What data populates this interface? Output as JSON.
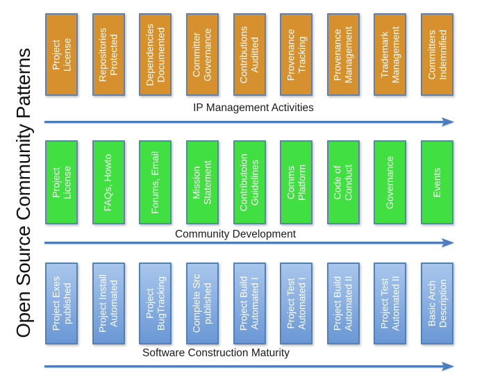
{
  "title": "Open Source Community Patterns",
  "rows": [
    {
      "id": "ip-management-activities",
      "label": "IP Management Activities",
      "fill": "#D6912E",
      "border": "#5E81AD",
      "boxes": [
        "Project\nLicense",
        "Repositories\nProtected",
        "Dependencies\nDocumented",
        "Committer\nGovernance",
        "Contributions\nAuditted",
        "Provenance\nTracking",
        "Provenance\nManagement",
        "Trademark\nManagement",
        "Committers\nIndemnified"
      ]
    },
    {
      "id": "community-development",
      "label": "Community Development",
      "fill": "#42DF42",
      "border": "#5E81AD",
      "boxes": [
        "Project\nLicense",
        "FAQs, Howto",
        "Forums, Email",
        "Mission\nStatement",
        "Contributoion\nGuidelines",
        "Comms\nPlatform",
        "Code of\nConduct",
        "Governance",
        "Events"
      ]
    },
    {
      "id": "software-construction-maturity",
      "label": "Software Construction Maturity",
      "fill_top": "#A9C6EC",
      "fill_bottom": "#6A97D5",
      "border": "#4F80B8",
      "boxes": [
        "Project Exes\npublished",
        "Project Install\nAutomated",
        "Project\nBugTracking",
        "Complete Src\npublished",
        "Project Build\nAutomated I",
        "Project Test\nAutomated I",
        "Project Build\nAutomated II",
        "Project Test\nAutomated II",
        "Basic Arch\nDescription"
      ]
    }
  ],
  "colors": {
    "arrow": "#4C7CBE",
    "box_text": "#FFFFFF",
    "label_text": "#1A1A1A"
  }
}
